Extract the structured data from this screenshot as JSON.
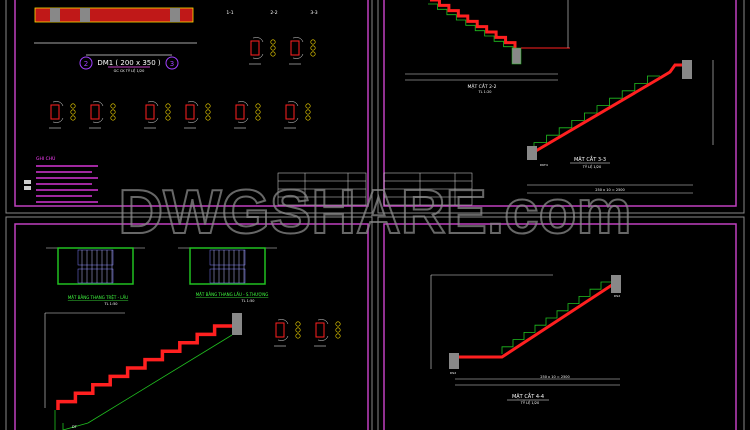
{
  "watermark": "DWGSHARE.com",
  "colors": {
    "sheet_border": "#c040c0",
    "rebar": "#ff2020",
    "concrete": "#20c020",
    "dim": "#e0e0e0",
    "label": "#ffe000",
    "title": "#ffffff",
    "plan_title": "#40ff40",
    "note": "#ff40ff"
  },
  "sheets": [
    {
      "beam_title": "DM1 ( 200 x 350 )",
      "beam_scale": "GC CK   TỶ LỆ 1/20",
      "sections": [
        "1-1",
        "2-2",
        "3-3"
      ],
      "axis_labels": [
        "2",
        "3"
      ],
      "notes_title": "GHI CHÚ"
    },
    {
      "section_2_title": "MẶT CẮT 2-2",
      "section_2_scale": "TL 1:20",
      "section_3_title": "MẶT CẮT 3-3",
      "section_3_scale": "TỶ LỆ 1/20",
      "dim_3": "250 x 10 = 2500",
      "beam_tag": "DKT4"
    },
    {
      "plan_1_title": "MẶT BẰNG THANG TRỆT - LẦU",
      "plan_1_scale": "TL 1:50",
      "plan_2_title": "MẶT BẰNG THANG LẦU - S.THƯỢNG",
      "plan_2_scale": "TL 1:50",
      "beam_tag": "DT"
    },
    {
      "section_4_title": "MẶT CẮT 4-4",
      "section_4_scale": "TỶ LỆ 1/20",
      "dim_4": "250 x 10 = 2500",
      "beam_tags": [
        "DS2",
        "DS2"
      ]
    }
  ]
}
